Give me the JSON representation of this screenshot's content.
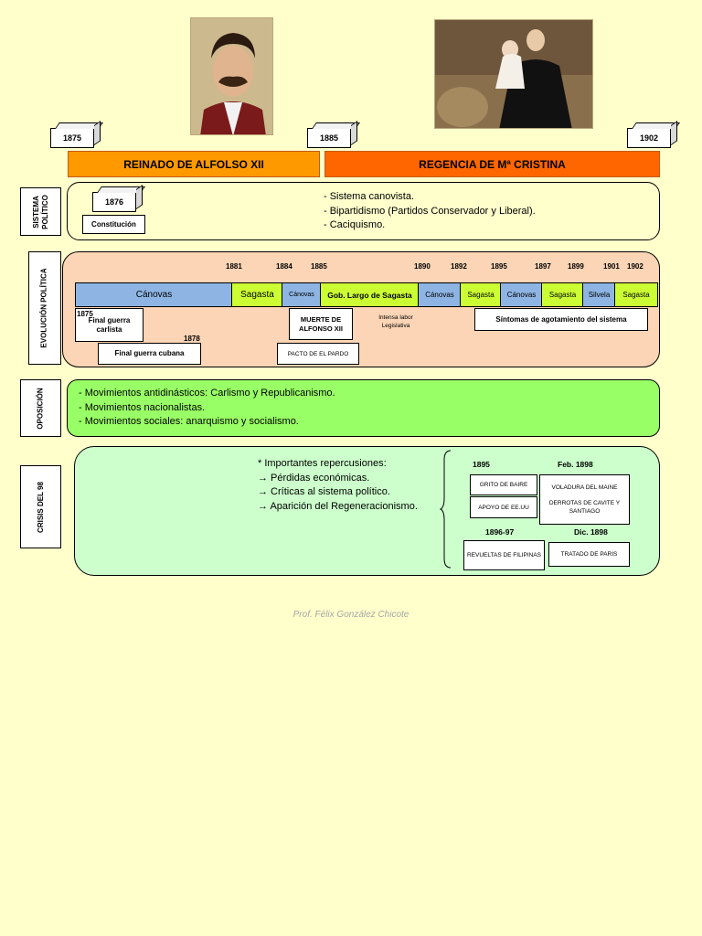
{
  "years_top": {
    "y1875": "1875",
    "y1885": "1885",
    "y1902": "1902"
  },
  "banners": {
    "reinado": "REINADO DE ALFOLSO XII",
    "regencia": "REGENCIA DE Mª CRISTINA"
  },
  "side_labels": {
    "sistema": "SISTEMA\nPOLÍTICO",
    "evolucion": "EVOLUCIÓN POLÍTICA",
    "oposicion": "OPOSICIÓN",
    "crisis": "CRISIS DEL 98"
  },
  "sistema": {
    "year": "1876",
    "constitucion": "Constitución",
    "points": [
      "- Sistema canovista.",
      " - Bipartidismo (Partidos Conservador y Liberal).",
      "- Caciquismo."
    ]
  },
  "evolucion": {
    "years": [
      "1881",
      "1884",
      "1885",
      "1890",
      "1892",
      "1895",
      "1897",
      "1899",
      "1901",
      "1902"
    ],
    "segments": [
      {
        "label": "Cánovas",
        "color": "#8eb4e3"
      },
      {
        "label": "Sagasta",
        "color": "#ccff33"
      },
      {
        "label": "Cánovas",
        "color": "#8eb4e3"
      },
      {
        "label": "Gob. Largo de Sagasta",
        "color": "#ccff33"
      },
      {
        "label": "Cánovas",
        "color": "#8eb4e3"
      },
      {
        "label": "Sagasta",
        "color": "#ccff33"
      },
      {
        "label": "Cánovas",
        "color": "#8eb4e3"
      },
      {
        "label": "Sagasta",
        "color": "#ccff33"
      },
      {
        "label": "Silvela",
        "color": "#8eb4e3"
      },
      {
        "label": "Sagasta",
        "color": "#ccff33"
      }
    ],
    "year_1875": "1875",
    "final_carlista": "Final guerra carlista",
    "year_1878": "1878",
    "final_cubana": "Final guerra cubana",
    "muerte": "MUERTE DE ALFONSO XII",
    "pacto": "PACTO DE EL PARDO",
    "intensa": "Intensa labor Legislativa",
    "sintomas": "Síntomas de agotamiento del sistema"
  },
  "oposicion": {
    "points": [
      "- Movimientos antidinásticos: Carlismo y Republicanismo.",
      "- Movimientos nacionalistas.",
      "- Movimientos sociales: anarquismo y socialismo."
    ]
  },
  "crisis": {
    "points": [
      "* Importantes repercusiones:",
      "→ Pérdidas económicas.",
      "→ Críticas al sistema político.",
      "→ Aparición del Regeneracionismo."
    ],
    "y1895": "1895",
    "feb1898": "Feb. 1898",
    "y1896_97": "1896-97",
    "dic1898": "Dic. 1898",
    "grito": "GRITO DE BAIRE",
    "apoyo": "APOYO DE EE.UU",
    "voladura": "VOLADURA DEL MAINE",
    "derrotas": "DERROTAS DE CAVITE Y SANTIAGO",
    "revueltas": "REVUELTAS DE FILIPINAS",
    "tratado": "TRATADO DE PARIS"
  },
  "footer": "Prof. Félix González Chicote",
  "colors": {
    "orange_light": "#ff9900",
    "orange_dark": "#ff6600",
    "salmon": "#fbd5b5",
    "green": "#99ff66",
    "mint": "#ccffcc",
    "bg": "#ffffcc"
  }
}
